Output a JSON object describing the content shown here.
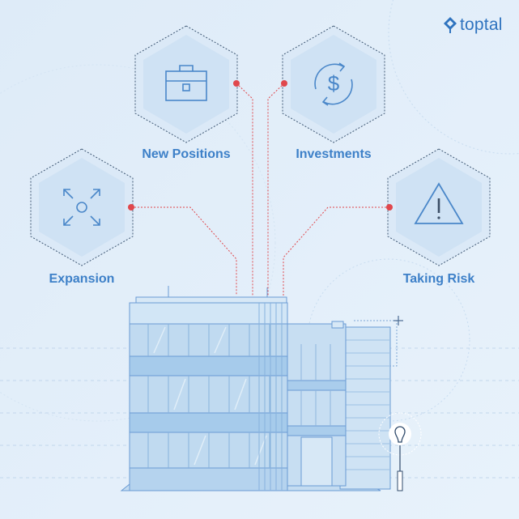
{
  "brand": {
    "name": "toptal",
    "logo_icon": "toptal-diamond-icon",
    "color": "#2f73bf"
  },
  "nodes": [
    {
      "id": "new-positions",
      "label": "New Positions",
      "icon": "briefcase-icon"
    },
    {
      "id": "investments",
      "label": "Investments",
      "icon": "dollar-cycle-icon"
    },
    {
      "id": "expansion",
      "label": "Expansion",
      "icon": "expand-arrows-icon"
    },
    {
      "id": "taking-risk",
      "label": "Taking Risk",
      "icon": "warning-triangle-icon"
    }
  ],
  "colors": {
    "background": "#e3effa",
    "label": "#3d80c8",
    "icon_stroke": "#4a87c9",
    "connector": "#e0474c",
    "building_stroke": "#6a9bd4",
    "glass": "#bcd8ef"
  }
}
